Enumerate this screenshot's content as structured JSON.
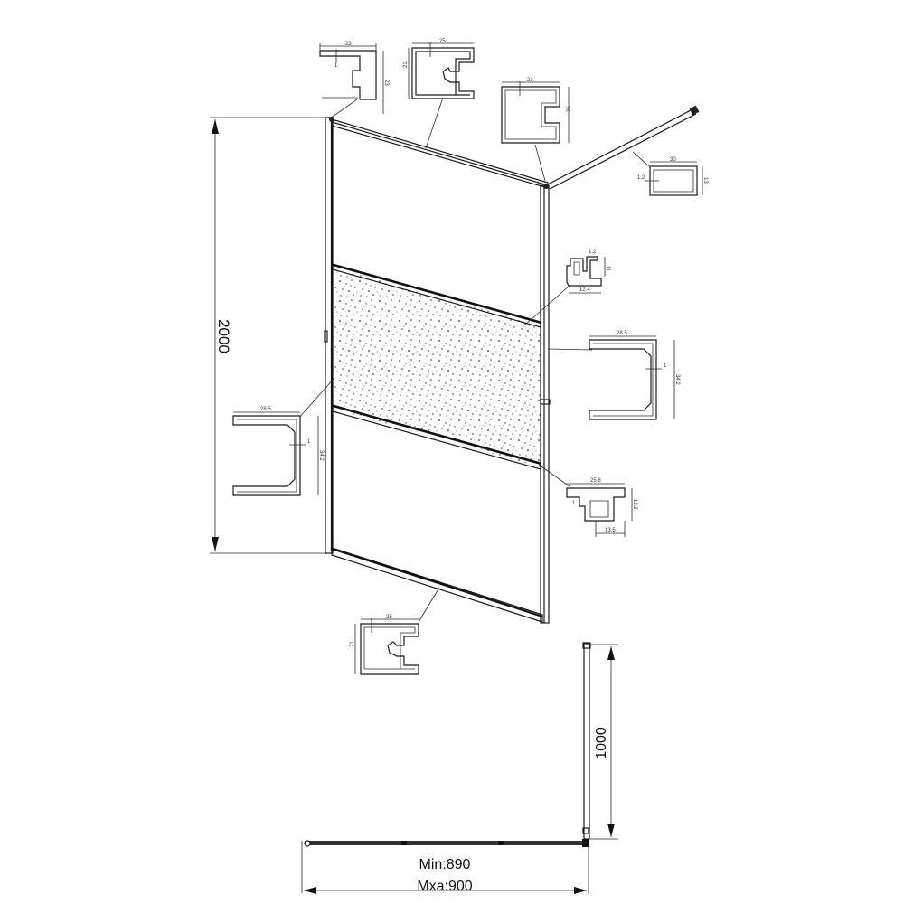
{
  "drawing": {
    "title": "Walk-in shower screen technical drawing",
    "colors": {
      "line": "#1a1a1a",
      "background": "#ffffff"
    },
    "main_panel": {
      "height_label": "2000",
      "glass_bands": [
        "clear",
        "frosted-textured",
        "clear"
      ]
    },
    "support_arm": {
      "height_label": "1000"
    },
    "width": {
      "min_label": "Min:890",
      "max_label": "Mxa:900"
    },
    "profiles": {
      "wall_channel_top_left": {
        "width": "23",
        "height": "23",
        "thickness": "1"
      },
      "top_rail": {
        "width": "25",
        "height": "21"
      },
      "corner_post": {
        "width": "23",
        "height": "25"
      },
      "support_bar": {
        "width": "30",
        "height": "13",
        "thickness": "1.2"
      },
      "glass_clip_small": {
        "thickness": "1.2",
        "height": "11",
        "width": "12.4"
      },
      "u_channel_right": {
        "width": "28.5",
        "height": "34.2",
        "thickness": "1"
      },
      "u_channel_left": {
        "width": "28.5",
        "height": "34.2",
        "thickness": "1"
      },
      "glass_transom": {
        "width": "25.8",
        "height": "12.2",
        "base": "13.5",
        "thickness": "1"
      },
      "bottom_rail": {
        "width": "25",
        "height": "21"
      }
    }
  }
}
